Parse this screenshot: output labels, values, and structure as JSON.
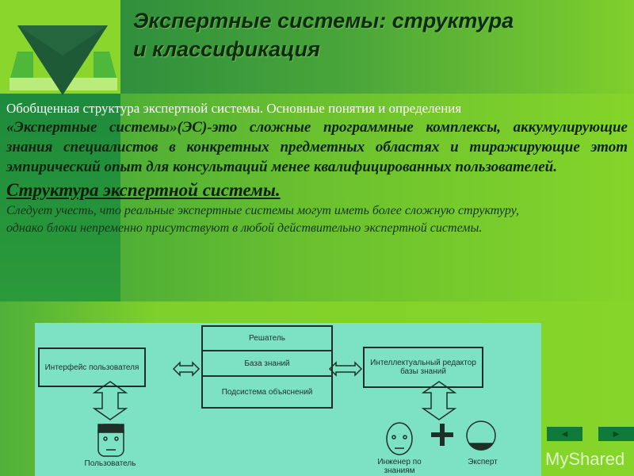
{
  "slide": {
    "title_line1": "Экспертные системы: структура",
    "title_line2": "и классификация",
    "subtitle": "Обобщенная структура экспертной системы. Основные понятия и определения",
    "definition": "«Экспертные системы»(ЭС)-это сложные программные комплексы, аккумулирующие знания специалистов в конкретных предметных областях и тиражирующие этот эмпирический опыт для консультаций менее квалифицированных пользователей.",
    "heading": "Структура экспертной системы.",
    "note": "Следует учесть, что реальные экспертные системы могут иметь более сложную структуру, однако блоки непременно присутствуют в любой действительно экспертной системы."
  },
  "diagram": {
    "user_interface": "Интерфейс пользователя",
    "solver": "Решатель",
    "knowledge_base": "База знаний",
    "explanation": "Подсистема объяснений",
    "editor": "Интеллектуальный редактор базы знаний",
    "user": "Пользователь",
    "engineer": "Инженер по знаниям",
    "expert": "Эксперт"
  },
  "nav": {
    "prev_icon": "arrow-left-icon",
    "next_icon": "arrow-right-icon"
  },
  "watermark": "MyShared",
  "colors": {
    "accent_light": "#8ad62c",
    "accent_dark": "#1e8a3c",
    "diagram_bg": "#7de2c4"
  }
}
